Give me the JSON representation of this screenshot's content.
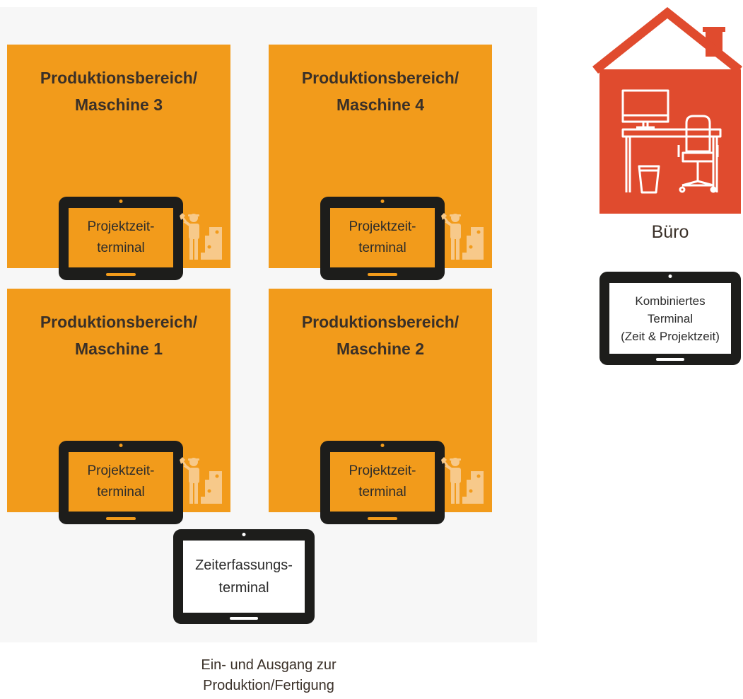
{
  "zones": [
    {
      "title_line1": "Produktionsbereich/",
      "title_line2": "Maschine 3",
      "terminal_line1": "Projektzeit-",
      "terminal_line2": "terminal"
    },
    {
      "title_line1": "Produktionsbereich/",
      "title_line2": "Maschine 4",
      "terminal_line1": "Projektzeit-",
      "terminal_line2": "terminal"
    },
    {
      "title_line1": "Produktionsbereich/",
      "title_line2": "Maschine 1",
      "terminal_line1": "Projektzeit-",
      "terminal_line2": "terminal"
    },
    {
      "title_line1": "Produktionsbereich/",
      "title_line2": "Maschine 2",
      "terminal_line1": "Projektzeit-",
      "terminal_line2": "terminal"
    }
  ],
  "entrance_terminal": {
    "line1": "Zeiterfassungs-",
    "line2": "terminal"
  },
  "entrance_label": {
    "line1": "Ein- und Ausgang zur",
    "line2": "Produktion/Fertigung"
  },
  "office": {
    "label": "Büro",
    "terminal_line1": "Kombiniertes",
    "terminal_line2": "Terminal",
    "terminal_line3": "(Zeit & Projektzeit)"
  },
  "colors": {
    "zone": "#f29b1b",
    "zone_title": "#3a3028",
    "house": "#e04b2e",
    "tablet": "#1d1d1b",
    "hall": "#f7f7f7"
  },
  "icons": [
    "worker-icon",
    "machine-icon",
    "house-icon",
    "desk-icon",
    "monitor-icon",
    "office-chair-icon",
    "wastebasket-icon",
    "tablet-icon"
  ]
}
